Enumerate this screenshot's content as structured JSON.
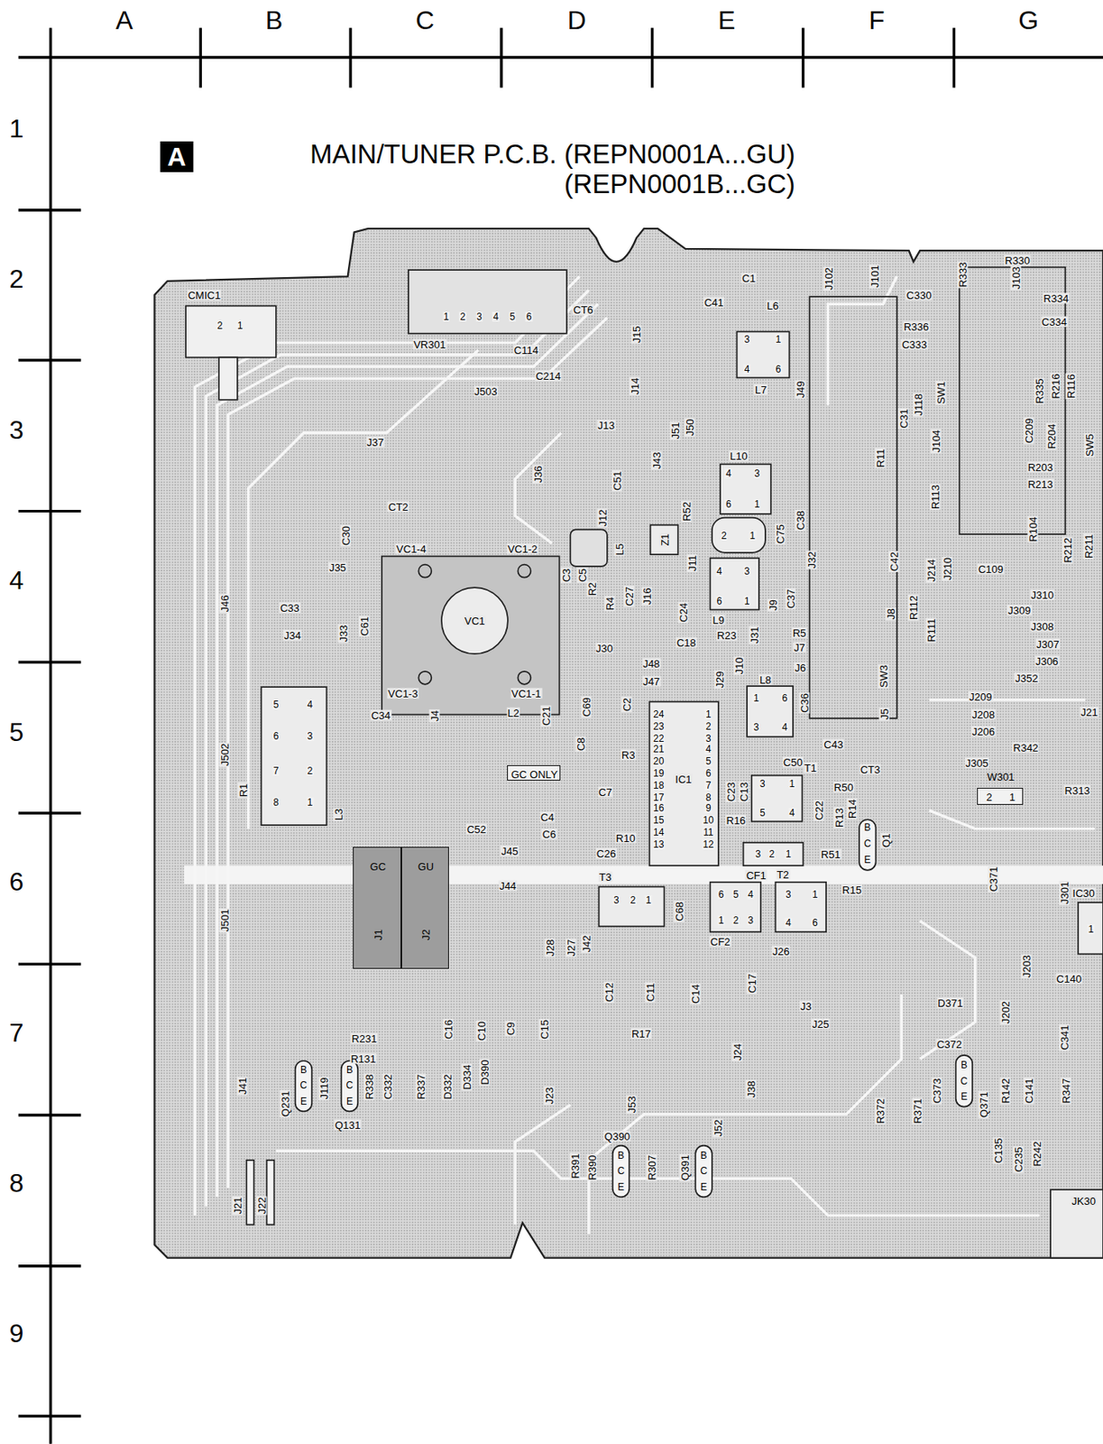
{
  "diagram": {
    "title": "MAIN/TUNER P.C.B. (REPN0001A...GU) (REPN0001B...GC)",
    "nodes": [
      {
        "text": [
          "GC",
          "J1"
        ]
      },
      {
        "text": [
          "GU",
          "J2"
        ]
      },
      {
        "text": [
          "GC ONLY"
        ]
      },
      {
        "text": [
          "W301",
          "2",
          "1"
        ]
      }
    ],
    "labels": [
      "A",
      "B",
      "C",
      "D",
      "E",
      "F",
      "G",
      "1",
      "2",
      "3",
      "4",
      "5",
      "6",
      "7",
      "8",
      "9",
      "A",
      "CMIC1",
      "2",
      "1",
      "VR301",
      "1",
      "2",
      "3",
      "4",
      "5",
      "6",
      "CT6",
      "C114",
      "C214",
      "J15",
      "C41",
      "C1",
      "L6",
      "3",
      "1",
      "4",
      "6",
      "L7",
      "J102",
      "J101",
      "C330",
      "R336",
      "C333",
      "R330",
      "R333",
      "J103",
      "R334",
      "C334",
      "J503",
      "J14",
      "J49",
      "C31",
      "J118",
      "SW1",
      "R335",
      "R216",
      "R116",
      "C209",
      "R204",
      "SW5",
      "J13",
      "J51",
      "J50",
      "J37",
      "R11",
      "J104",
      "R203",
      "R213",
      "J43",
      "L10",
      "4",
      "3",
      "6",
      "1",
      "J36",
      "C51",
      "C38",
      "C75",
      "R113",
      "R104",
      "R212",
      "R211",
      "CT2",
      "J12",
      "C30",
      "R52",
      "2",
      "1",
      "L5",
      "Z1",
      "C109",
      "J214",
      "J210",
      "VC1-4",
      "VC1-2",
      "J35",
      "C3",
      "C5",
      "J11",
      "4",
      "3",
      "6",
      "1",
      "J32",
      "C42",
      "J310",
      "J46",
      "C33",
      "R2",
      "R4",
      "C27",
      "J16",
      "C24",
      "L9",
      "J9",
      "C37",
      "VC1",
      "C61",
      "J33",
      "J34",
      "R112",
      "J8",
      "J309",
      "R111",
      "J308",
      "R23",
      "J31",
      "R5",
      "J7",
      "J307",
      "C18",
      "J30",
      "J10",
      "J6",
      "J306",
      "J48",
      "J29",
      "J47",
      "SW3",
      "J352",
      "VC1-3",
      "VC1-1",
      "L8",
      "1",
      "6",
      "3",
      "4",
      "C36",
      "J209",
      "J4",
      "C34",
      "L2",
      "C21",
      "C69",
      "J208",
      "J5",
      "J21",
      "J206",
      "C2",
      "C8",
      "R3",
      "24",
      "23",
      "22",
      "21",
      "20",
      "19",
      "18",
      "17",
      "16",
      "15",
      "14",
      "13",
      "1",
      "2",
      "3",
      "4",
      "5",
      "6",
      "7",
      "8",
      "9",
      "10",
      "11",
      "12",
      "IC1",
      "C43",
      "R342",
      "C50",
      "CT3",
      "J305",
      "R313",
      "T1",
      "R50",
      "C23",
      "C13",
      "3",
      "1",
      "5",
      "4",
      "R16",
      "C22",
      "R13",
      "R14",
      "C7",
      "C4",
      "C6",
      "C52",
      "R10",
      "Q1",
      "B",
      "C",
      "E",
      "J45",
      "C26",
      "3",
      "2",
      "1",
      "CF1",
      "R51",
      "T3",
      "3",
      "2",
      "1",
      "T2",
      "J44",
      "C371",
      "J301",
      "IC30",
      "1",
      "R15",
      "6",
      "5",
      "4",
      "1",
      "2",
      "3",
      "C68",
      "3",
      "1",
      "4",
      "6",
      "J501",
      "CF2",
      "J26",
      "J28",
      "J27",
      "J42",
      "J203",
      "C140",
      "C12",
      "C11",
      "C14",
      "C17",
      "J202",
      "D371",
      "J3",
      "J25",
      "C16",
      "C10",
      "C9",
      "C15",
      "R17",
      "C372",
      "C341",
      "R231",
      "R131",
      "J24",
      "C373",
      "R142",
      "C141",
      "R347",
      "J41",
      "Q231",
      "B",
      "C",
      "E",
      "J119",
      "B",
      "C",
      "E",
      "Q131",
      "R338",
      "C332",
      "R337",
      "D332",
      "D334",
      "D390",
      "J23",
      "J53",
      "J38",
      "J52",
      "R372",
      "R371",
      "Q371",
      "B",
      "C",
      "E",
      "C135",
      "C235",
      "R242",
      "JK30",
      "Q390",
      "R391",
      "R390",
      "B",
      "C",
      "E",
      "R307",
      "Q391",
      "B",
      "C",
      "E",
      "J21",
      "J22",
      "L3",
      "5",
      "4",
      "6",
      "3",
      "7",
      "2",
      "8",
      "1",
      "R1",
      "J502"
    ]
  }
}
